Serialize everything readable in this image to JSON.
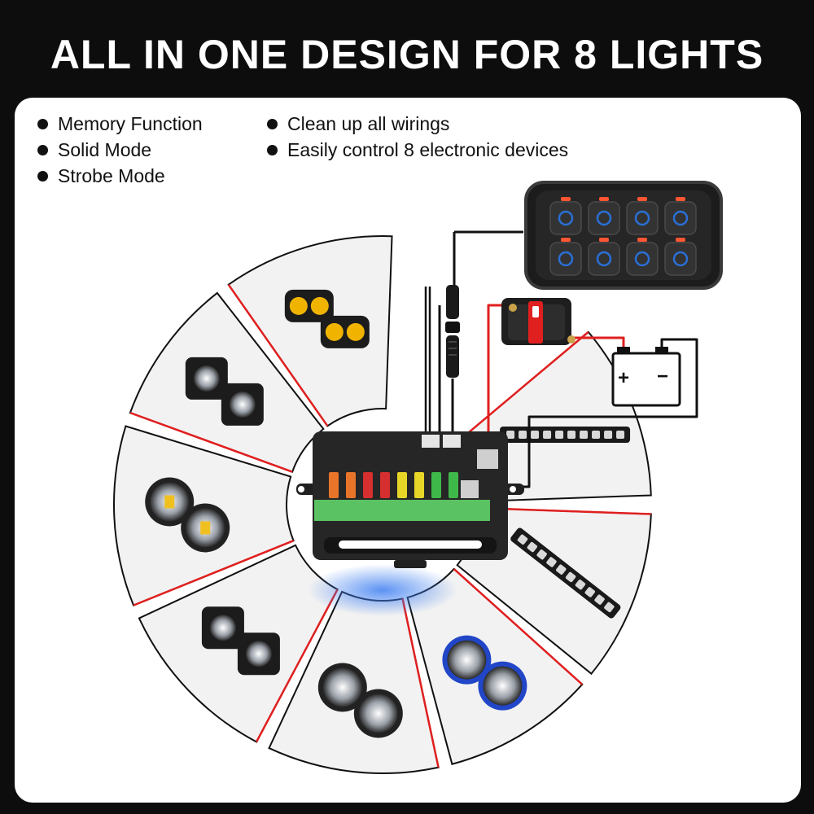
{
  "title": "ALL IN ONE DESIGN FOR 8 LIGHTS",
  "features_left": [
    "Memory Function",
    "Solid Mode",
    "Strobe Mode"
  ],
  "features_right": [
    "Clean up all wirings",
    "Easily control 8 electronic devices"
  ],
  "battery": {
    "positive": "+",
    "negative": "−"
  },
  "colors": {
    "accent_red": "#e01f1f",
    "panel_bg": "#ffffff",
    "page_bg": "#0d0d0d",
    "switch_blue": "#2a6fd6",
    "switch_led": "#ff5533",
    "fuse_colors": [
      "#e8742a",
      "#e8742a",
      "#d62f2f",
      "#d62f2f",
      "#e7d628",
      "#e7d628",
      "#3fb84a",
      "#3fb84a"
    ]
  },
  "lights": [
    {
      "icon": "yellow-pod-lights-icon"
    },
    {
      "icon": "cube-pod-lights-icon"
    },
    {
      "icon": "round-fog-lights-icon"
    },
    {
      "icon": "square-led-pods-icon"
    },
    {
      "icon": "round-driving-lights-icon"
    },
    {
      "icon": "blue-ring-round-lights-icon"
    },
    {
      "icon": "light-bar-angled-icon"
    },
    {
      "icon": "light-bar-straight-icon"
    }
  ]
}
